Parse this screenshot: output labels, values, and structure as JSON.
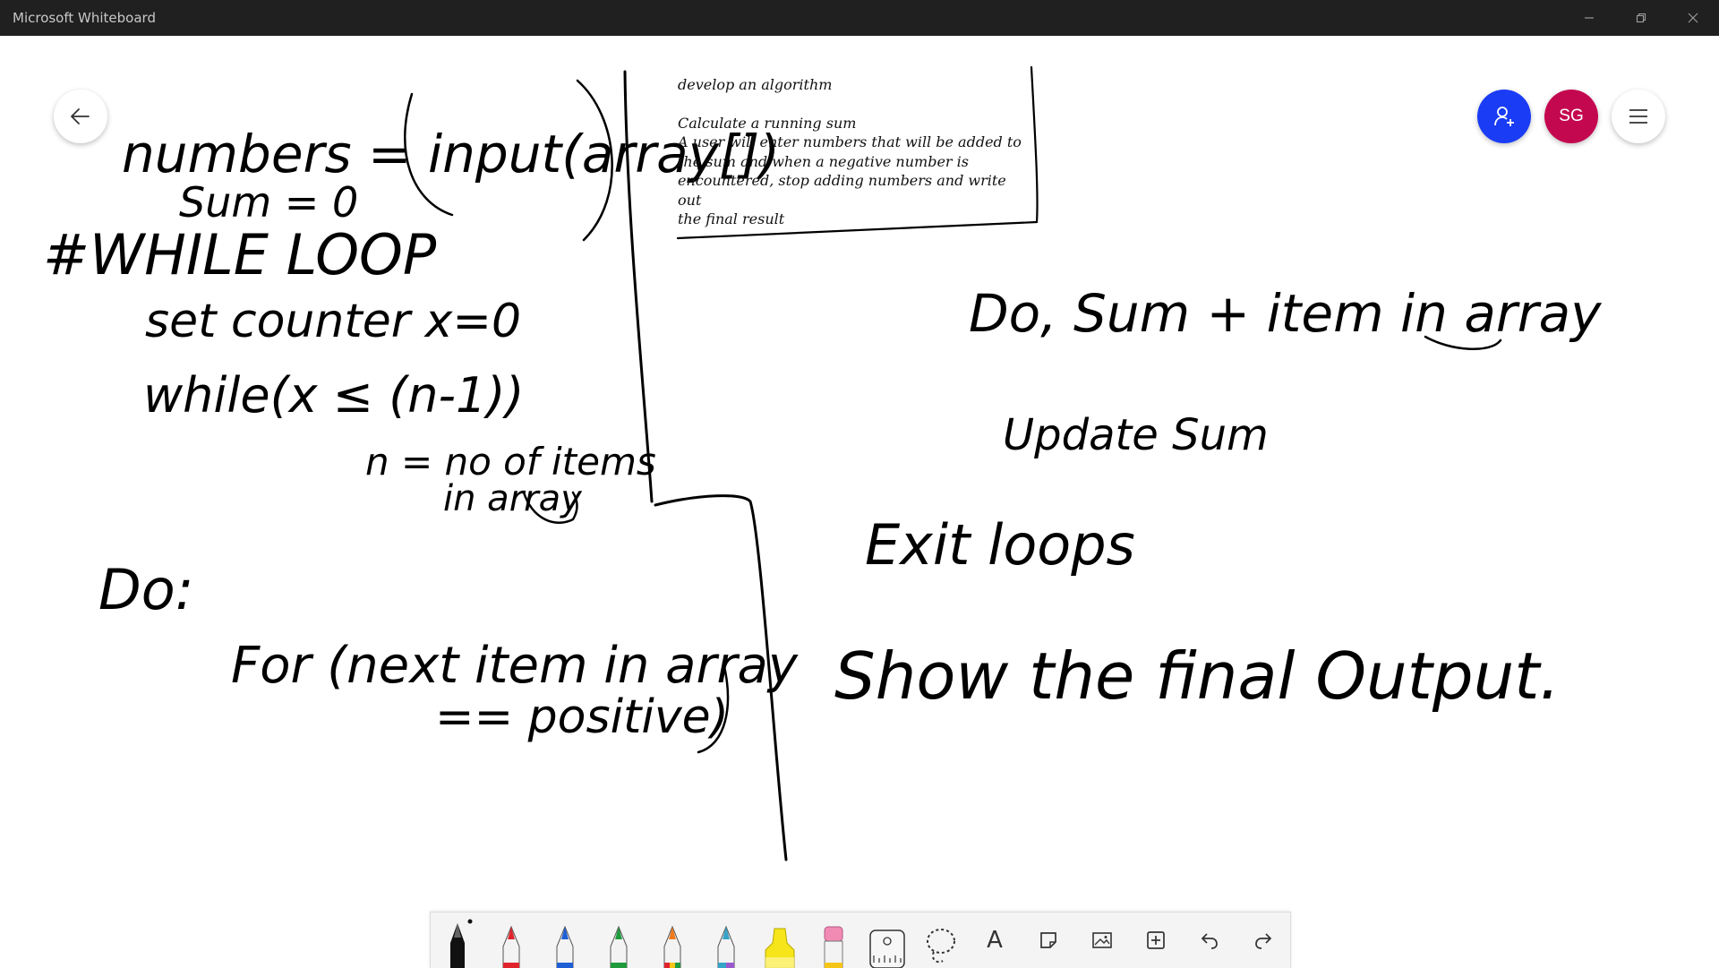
{
  "window": {
    "title": "Microsoft Whiteboard",
    "controls": [
      "minimize",
      "restore",
      "close"
    ]
  },
  "header": {
    "back_icon": "arrow-left-icon",
    "invite_icon": "person-add-icon",
    "avatar_initials": "SG",
    "menu_icon": "hamburger-menu-icon",
    "colors": {
      "invite": "#1a3cf5",
      "avatar": "#c4084f"
    }
  },
  "note": {
    "heading": "develop an algorithm",
    "lines": [
      "Calculate a running sum",
      "A user will enter numbers that will be added to",
      "the sum and when a negative number is",
      "encountered, stop adding numbers and write out",
      "the final result"
    ]
  },
  "ink": {
    "left": [
      "numbers = input(array[])",
      "Sum = 0",
      "#WHILE LOOP",
      "set counter x=0",
      "while(x ≤ (n-1))",
      "n = no of items",
      "in array",
      "Do:",
      "For (next item in array",
      "== positive)"
    ],
    "right": [
      "Do, Sum + item in array",
      "Update Sum",
      "Exit loops",
      "Show the final Output."
    ]
  },
  "toolbar": {
    "tools": [
      {
        "name": "black-pen",
        "color": "#111111"
      },
      {
        "name": "red-pen",
        "color": "#e0242c"
      },
      {
        "name": "blue-pen",
        "color": "#1f5fd6"
      },
      {
        "name": "green-pen",
        "color": "#1f9a3c"
      },
      {
        "name": "rainbow-pen",
        "color": "#f07a1c"
      },
      {
        "name": "galaxy-pen",
        "color": "#35a4c8"
      },
      {
        "name": "highlighter",
        "color": "#f5e51a"
      },
      {
        "name": "eraser",
        "color": "#f28bb4"
      },
      {
        "name": "ruler",
        "color": "#555555"
      },
      {
        "name": "lasso",
        "color": "#333333"
      }
    ],
    "text_tool_label": "A",
    "icons": [
      "note-icon",
      "image-icon",
      "insert-icon",
      "undo-icon",
      "redo-icon"
    ]
  }
}
